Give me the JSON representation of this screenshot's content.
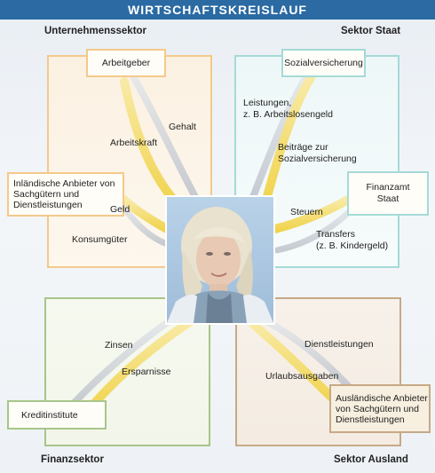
{
  "title": "WIRTSCHAFTSKREISLAUF",
  "sectors": {
    "unternehmen": "Unternehmenssektor",
    "staat": "Sektor Staat",
    "finanz": "Finanzsektor",
    "ausland": "Sektor Ausland"
  },
  "boxes": {
    "arbeitgeber": "Arbeitgeber",
    "sozialversicherung": "Sozialversicherung",
    "inlaendische_anbieter": "Inländische Anbieter von Sachgütern und Dienstleistungen",
    "finanzamt_line1": "Finanzamt",
    "finanzamt_line2": "Staat",
    "kreditinstitute": "Kreditinstitute",
    "auslaendische_anbieter": "Ausländische Anbieter von Sachgütern und Dienstleistungen"
  },
  "flows": {
    "gehalt": "Gehalt",
    "arbeitskraft": "Arbeitskraft",
    "geld": "Geld",
    "konsumgueter": "Konsumgüter",
    "leistungen_line1": "Leistungen,",
    "leistungen_line2": "z. B. Arbeitslosengeld",
    "beitraege_line1": "Beiträge zur",
    "beitraege_line2": "Sozialversicherung",
    "steuern": "Steuern",
    "transfers_line1": "Transfers",
    "transfers_line2": "(z. B. Kindergeld)",
    "zinsen": "Zinsen",
    "ersparnisse": "Ersparnisse",
    "dienstleistungen": "Dienstleistungen",
    "urlaubsausgaben": "Urlaubsausgaben"
  },
  "colors": {
    "header": "#2b6aa3",
    "unternehmen": "#f4c98a",
    "staat": "#a5dad7",
    "finanz": "#a8c58a",
    "ausland": "#c7a987",
    "flow_yellow": "#f3dc6a",
    "flow_grey": "#c9ced6"
  }
}
